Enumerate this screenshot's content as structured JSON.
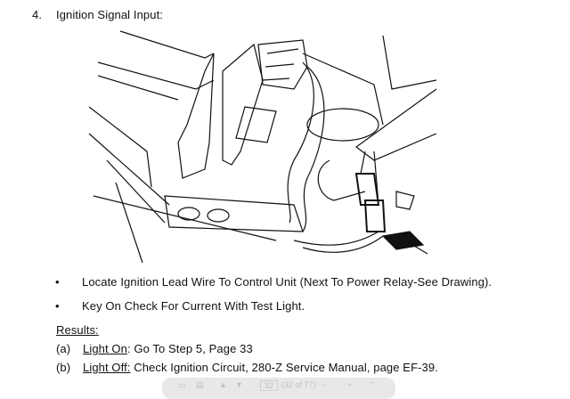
{
  "step": {
    "number": "4.",
    "title": "Ignition Signal Input:"
  },
  "bullets": [
    "Locate Ignition Lead Wire To Control Unit (Next To Power Relay-See Drawing).",
    "Key On Check For Current With Test Light."
  ],
  "results": {
    "heading": "Results:",
    "items": [
      {
        "marker": "(a)",
        "label": "Light On",
        "text": ": Go To Step 5, Page 33"
      },
      {
        "marker": "(b)",
        "label": "Light Off:",
        "text": " Check Ignition Circuit, 280-Z Service Manual, page EF-39."
      }
    ]
  },
  "viewer": {
    "page_field": "32",
    "page_status": "(32 of 77)"
  }
}
